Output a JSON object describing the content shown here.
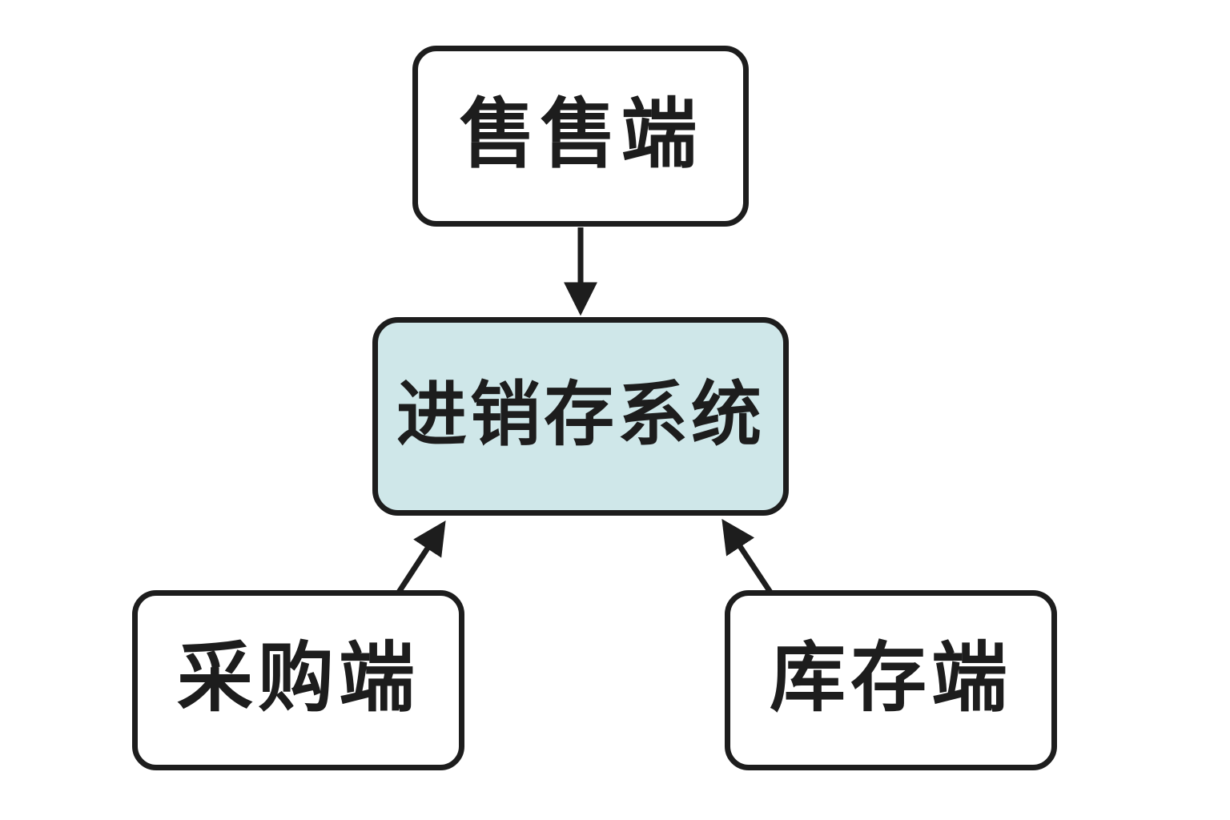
{
  "colors": {
    "background": "#ffffff",
    "stroke": "#1d1d1d",
    "text": "#1d1d1d",
    "node_fill_default": "#ffffff",
    "node_fill_highlight": "#cfe7e9"
  },
  "nodes": {
    "sales": {
      "label": "售售端",
      "fill": "#ffffff"
    },
    "system": {
      "label": "进销存系统",
      "fill": "#cfe7e9"
    },
    "purchase": {
      "label": "采购端",
      "fill": "#ffffff"
    },
    "inventory": {
      "label": "库存端",
      "fill": "#ffffff"
    }
  },
  "edges": [
    {
      "from": "sales",
      "to": "system",
      "direction": "down"
    },
    {
      "from": "purchase",
      "to": "system",
      "direction": "up-right"
    },
    {
      "from": "inventory",
      "to": "system",
      "direction": "up-left"
    }
  ]
}
